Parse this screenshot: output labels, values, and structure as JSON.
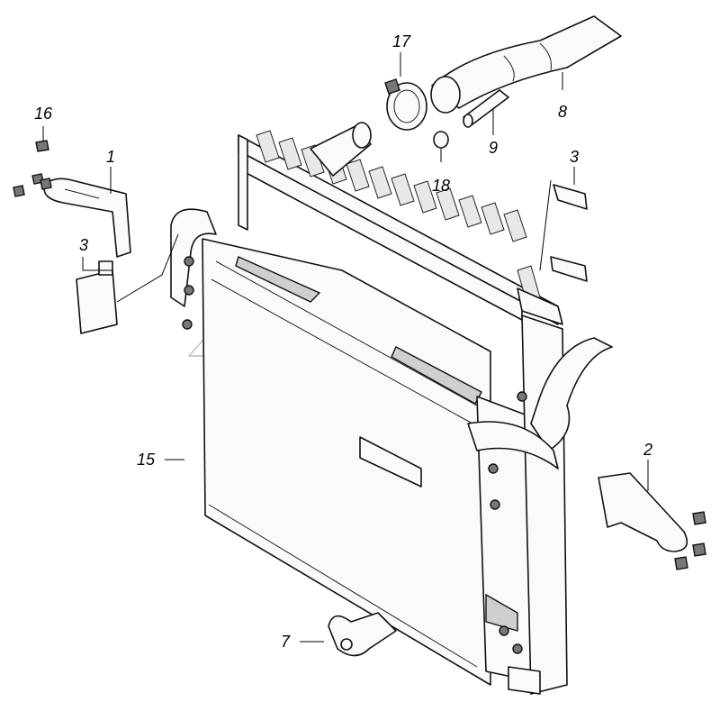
{
  "diagram": {
    "callouts": [
      {
        "id": "1",
        "label": "1"
      },
      {
        "id": "2",
        "label": "2"
      },
      {
        "id": "3a",
        "label": "3"
      },
      {
        "id": "3b",
        "label": "3"
      },
      {
        "id": "7",
        "label": "7"
      },
      {
        "id": "8",
        "label": "8"
      },
      {
        "id": "9",
        "label": "9"
      },
      {
        "id": "15",
        "label": "15"
      },
      {
        "id": "16",
        "label": "16"
      },
      {
        "id": "17",
        "label": "17"
      },
      {
        "id": "18",
        "label": "18"
      }
    ]
  }
}
